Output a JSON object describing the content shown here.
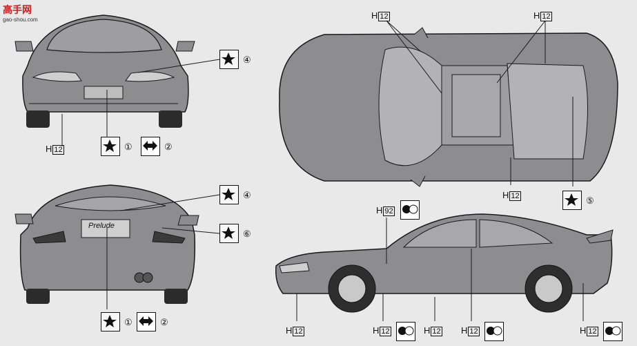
{
  "watermark": {
    "text": "高手网",
    "sub": "gao-shou.com"
  },
  "hcodes": {
    "h12": "H",
    "h12_num": "12",
    "h92": "H",
    "h92_num": "92"
  },
  "markers": {
    "n1": "①",
    "n2": "②",
    "n4": "④",
    "n5": "⑤",
    "n6": "⑥"
  },
  "plate_text": "Prelude",
  "colors": {
    "paint": "#8c8c8e",
    "line": "#1a1a1a",
    "glass": "#a9a9ab",
    "bg": "#e9e9ea"
  }
}
